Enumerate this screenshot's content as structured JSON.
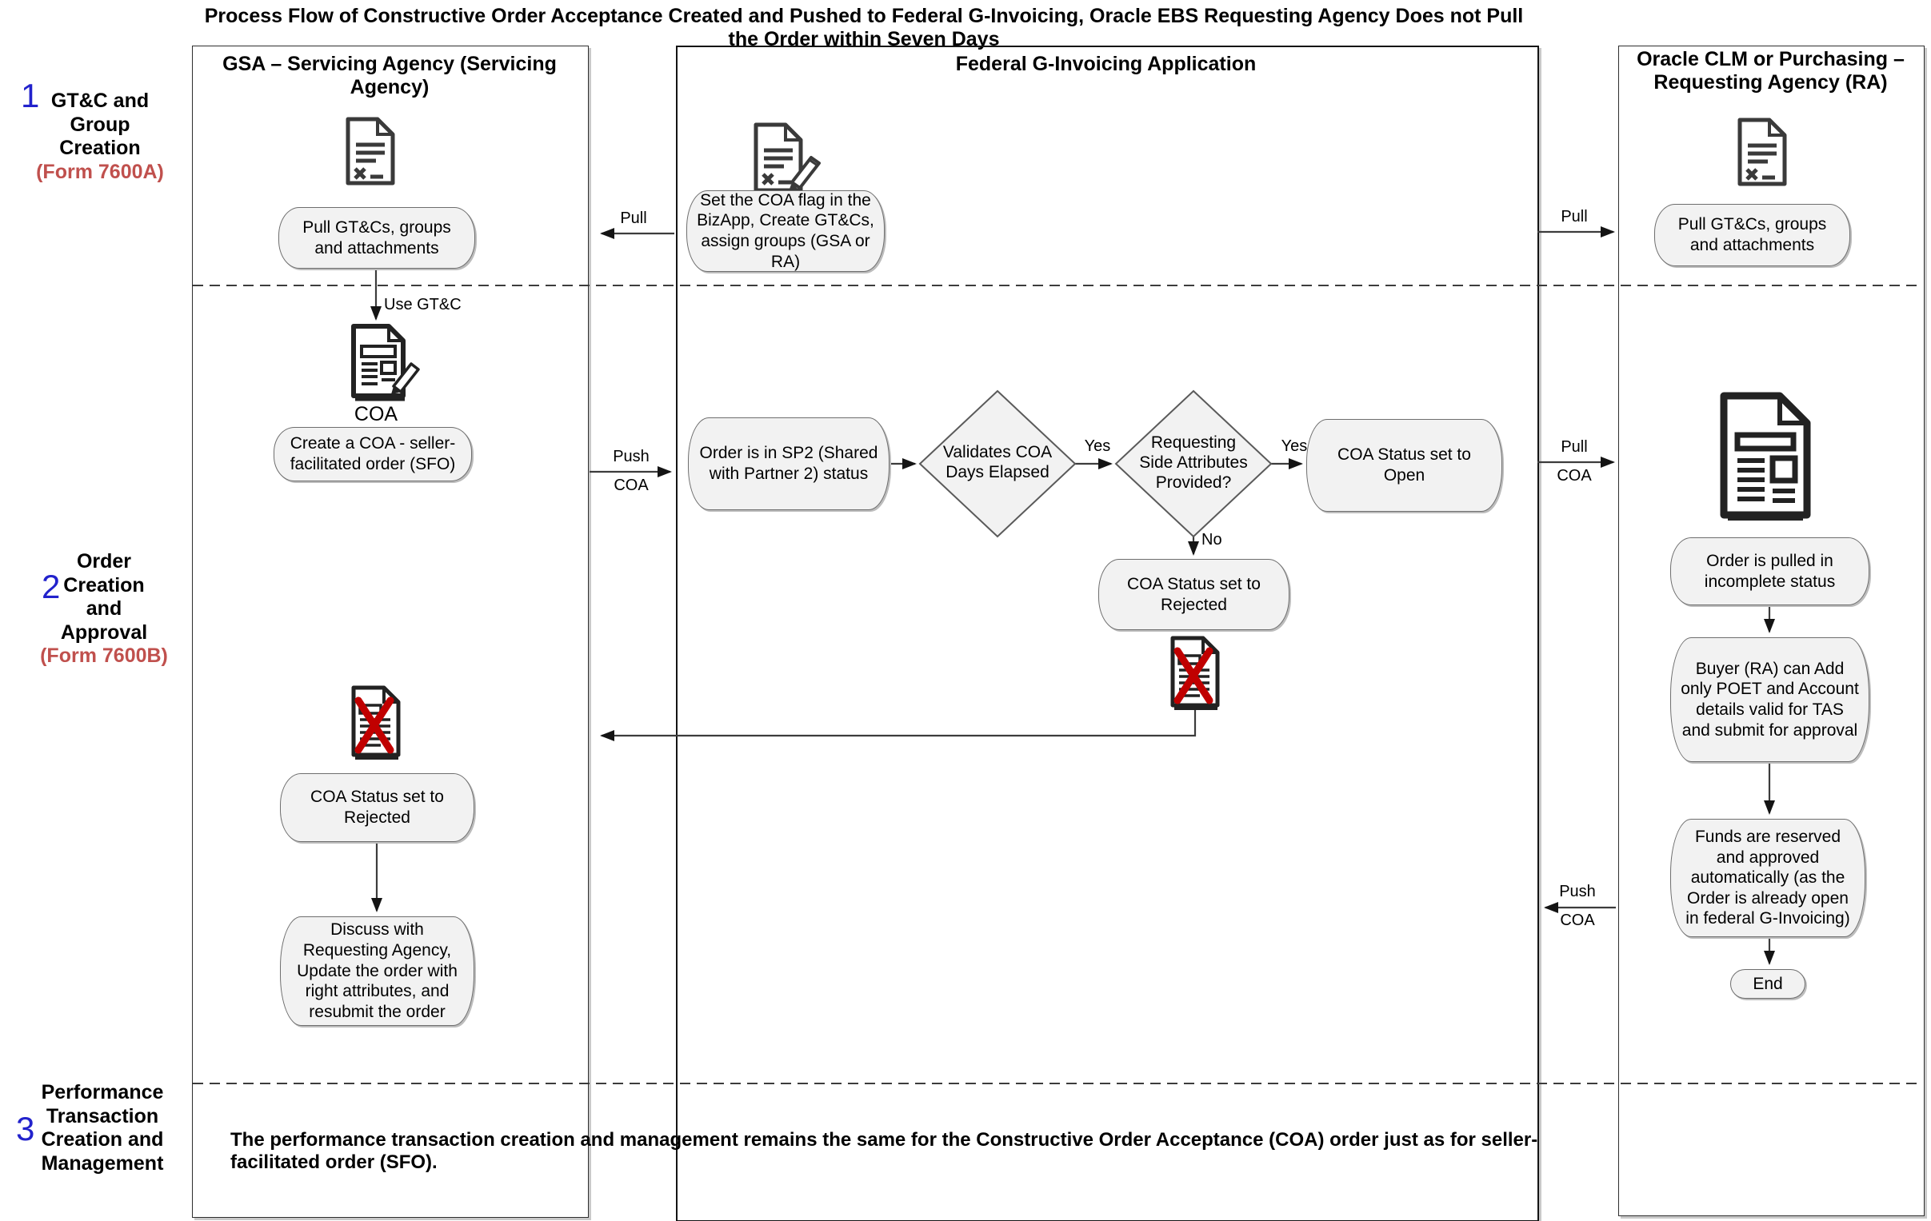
{
  "title": "Process Flow of Constructive Order Acceptance Created and Pushed to Federal G-Invoicing, Oracle EBS Requesting Agency Does not Pull the Order within Seven Days",
  "note": "The performance transaction creation and management remains the same for the Constructive Order Acceptance (COA) order just as for seller-facilitated order (SFO).",
  "phases": [
    {
      "number": "1",
      "label": "GT&C and Group Creation",
      "form": "(Form 7600A)"
    },
    {
      "number": "2",
      "label": "Order Creation and Approval",
      "form": "(Form 7600B)"
    },
    {
      "number": "3",
      "label": "Performance Transaction Creation and Management",
      "form": ""
    }
  ],
  "lanes": [
    {
      "header": "GSA – Servicing Agency (Servicing Agency)"
    },
    {
      "header": "Federal G-Invoicing Application"
    },
    {
      "header": "Oracle CLM or Purchasing – Requesting Agency (RA)"
    }
  ],
  "nodes": {
    "gsa_pull": "Pull GT&Cs, groups and attachments",
    "gsa_create": "Create a COA - seller-facilitated order (SFO)",
    "gsa_rejected": "COA Status set to Rejected",
    "gsa_discuss": "Discuss with Requesting Agency, Update the order with right attributes, and resubmit the order",
    "fed_flag": "Set the COA flag in the BizApp, Create GT&Cs, assign groups (GSA or RA)",
    "fed_sp2": "Order is in SP2 (Shared with Partner 2) status",
    "fed_validate": "Validates COA Days Elapsed",
    "fed_attrs": "Requesting Side Attributes Provided?",
    "fed_open": "COA Status set to Open",
    "fed_rejected": "COA Status set to Rejected",
    "ra_pull": "Pull GT&Cs, groups and attachments",
    "ra_incomplete": "Order is pulled in incomplete status",
    "ra_buyer": "Buyer (RA) can Add only POET and Account details valid for TAS and submit for approval",
    "ra_funds": "Funds are reserved and approved automatically (as the Order is already open in federal G-Invoicing)",
    "ra_end": "End"
  },
  "labels": {
    "pull": "Pull",
    "push": "Push",
    "coa": "COA",
    "use_gtc": "Use GT&C",
    "yes": "Yes",
    "no": "No",
    "coa_caption": "COA"
  },
  "icons": [
    "document-x-icon",
    "document-edit-icon",
    "coa-document-icon",
    "rejected-document-icon",
    "newspaper-icon"
  ],
  "colors": {
    "phase_number_blue": "#2222cc",
    "form_red": "#c0504d",
    "reject_x_red": "#c00000",
    "node_fill": "#f2f2f2",
    "line": "#3c3c3c"
  }
}
